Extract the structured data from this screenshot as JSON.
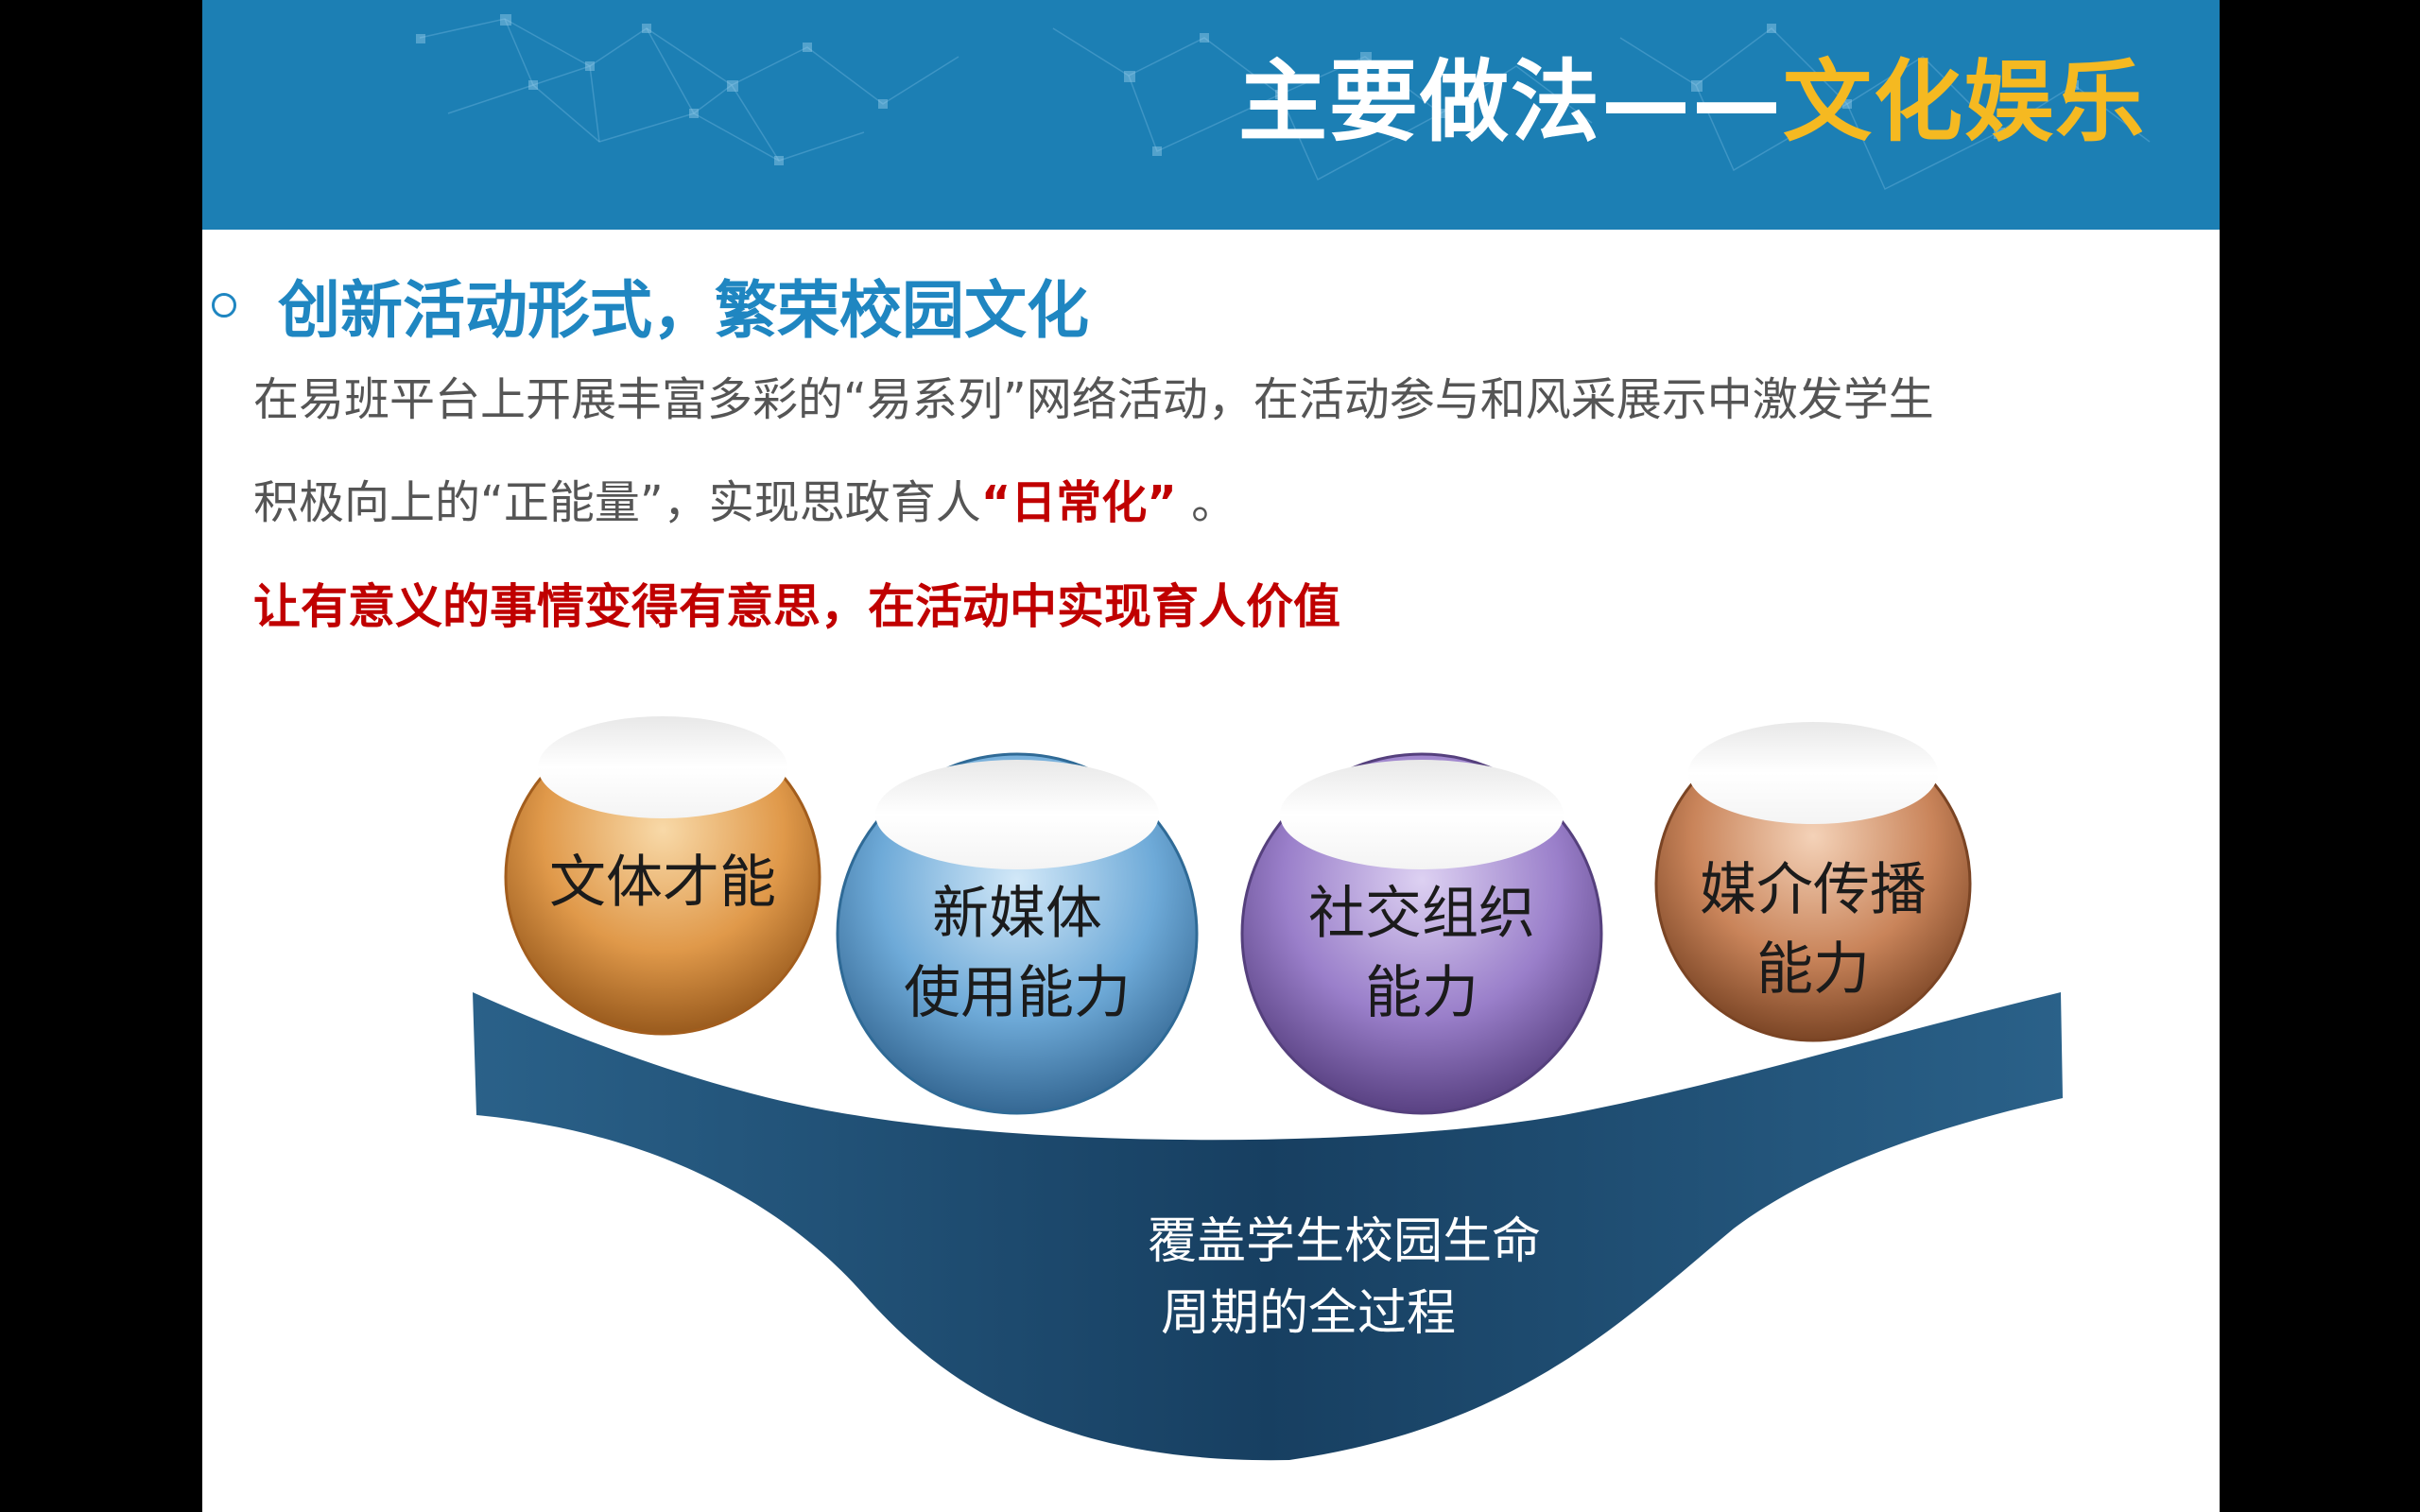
{
  "title": {
    "main": "主要做法——",
    "accent": "文化娱乐"
  },
  "bullet": {
    "heading": "创新活动形式，繁荣校园文化"
  },
  "paragraph": {
    "line1": "在易班平台上开展丰富多彩的“易系列”网络活动，在活动参与和风采展示中激发学生",
    "line2_before": "积极向上的“正能量”，实现思政育人",
    "line2_emphasis": "“日常化”",
    "line2_after": " 。"
  },
  "slogan": "让有意义的事情变得有意思，在活动中实现育人价值",
  "spheres": [
    {
      "lines": [
        "文体才能"
      ],
      "color": "#d68a3c"
    },
    {
      "lines": [
        "新媒体",
        "使用能力"
      ],
      "color": "#5f9fcf"
    },
    {
      "lines": [
        "社交组织",
        "能力"
      ],
      "color": "#9477c2"
    },
    {
      "lines": [
        "媒介传播",
        "能力"
      ],
      "color": "#c07a4a"
    }
  ],
  "bowl": {
    "lines": [
      "覆盖学生校园生命",
      "周期的全过程"
    ],
    "color": "#1a4a6e"
  },
  "colors": {
    "header": "#1c7fb4",
    "title_accent": "#f5b921",
    "heading": "#1f86c1",
    "emphasis": "#c00000"
  }
}
